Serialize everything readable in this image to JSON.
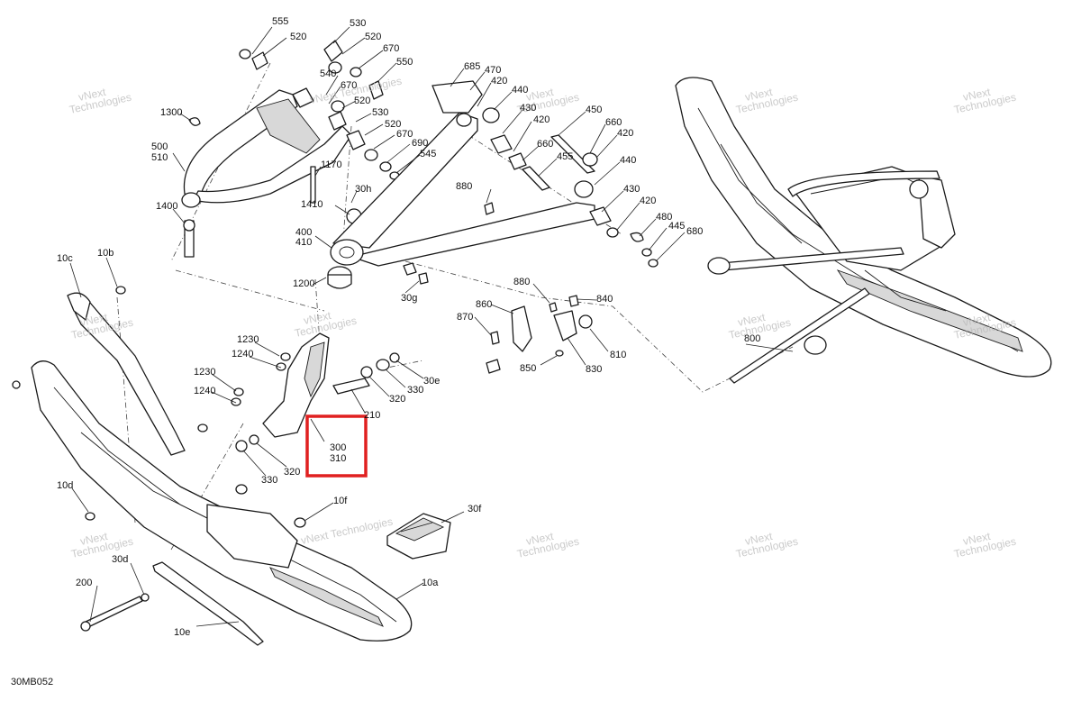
{
  "diagram": {
    "figure_code": "30MB052",
    "watermark_line1": "vNext",
    "watermark_line2": "Technologies",
    "watermark_inline": "vNext Technologies",
    "highlight_color": "#e02020",
    "labels": {
      "l555": "555",
      "l520a": "520",
      "l530a": "530",
      "l520b": "520",
      "l670a": "670",
      "l540": "540",
      "l550": "550",
      "l670b": "670",
      "l520c": "520",
      "l530b": "530",
      "l520d": "520",
      "l670c": "670",
      "l690": "690",
      "l545": "545",
      "l1300": "1300",
      "l500": "500",
      "l510": "510",
      "l1170": "1170",
      "l30h": "30h",
      "l1410": "1410",
      "l1400": "1400",
      "l400": "400",
      "l410": "410",
      "l30g": "30g",
      "l1200": "1200",
      "l685": "685",
      "l470": "470",
      "l420a": "420",
      "l440a": "440",
      "l430a": "430",
      "l450": "450",
      "l420b": "420",
      "l660a": "660",
      "l660b": "660",
      "l420c": "420",
      "l455": "455",
      "l880a": "880",
      "l440b": "440",
      "l430b": "430",
      "l420d": "420",
      "l480": "480",
      "l445": "445",
      "l680": "680",
      "l880b": "880",
      "l840": "840",
      "l860": "860",
      "l870": "870",
      "l810": "810",
      "l850": "850",
      "l830": "830",
      "l800": "800",
      "l10c": "10c",
      "l10b": "10b",
      "l1230a": "1230",
      "l1240a": "1240",
      "l1230b": "1230",
      "l1240b": "1240",
      "l30e": "30e",
      "l330a": "330",
      "l320a": "320",
      "l210": "210",
      "l300": "300",
      "l310": "310",
      "l330b": "330",
      "l320b": "320",
      "l10d": "10d",
      "l10f": "10f",
      "l30f": "30f",
      "l200": "200",
      "l30d": "30d",
      "l10a": "10a",
      "l10e": "10e"
    }
  }
}
